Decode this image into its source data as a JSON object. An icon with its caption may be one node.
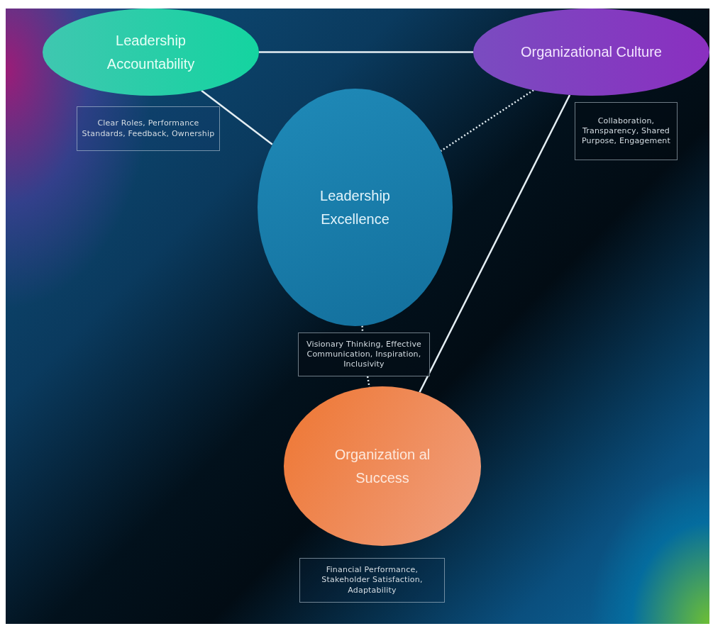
{
  "diagram": {
    "nodes": [
      {
        "text": [
          "Leadership Accountability"
        ]
      },
      {
        "text": [
          "Organizational Culture"
        ]
      },
      {
        "text": [
          "Leadership Excellence"
        ]
      },
      {
        "text": [
          "Organization al Success"
        ]
      },
      {
        "text": [
          "Clear Roles, Performance Standards, Feedback, Ownership"
        ]
      },
      {
        "text": [
          "Collaboration, Transparency, Shared Purpose, Engagement"
        ]
      },
      {
        "text": [
          "Visionary Thinking, Effective Communication, Inspiration, Inclusivity"
        ]
      },
      {
        "text": [
          "Financial Performance, Stakeholder Satisfaction, Adaptability"
        ]
      }
    ],
    "edges": [
      {
        "from": 0,
        "to": 1,
        "arrow": "none"
      },
      {
        "from": 0,
        "to": 2,
        "arrow": "none"
      },
      {
        "from": 1,
        "to": 2,
        "arrow": "none",
        "style": "dashed"
      },
      {
        "from": 1,
        "to": 3,
        "arrow": "none"
      },
      {
        "from": 2,
        "to": 6,
        "arrow": "none",
        "style": "dashed"
      },
      {
        "from": 6,
        "to": 3,
        "arrow": "none",
        "style": "dashed"
      }
    ]
  }
}
